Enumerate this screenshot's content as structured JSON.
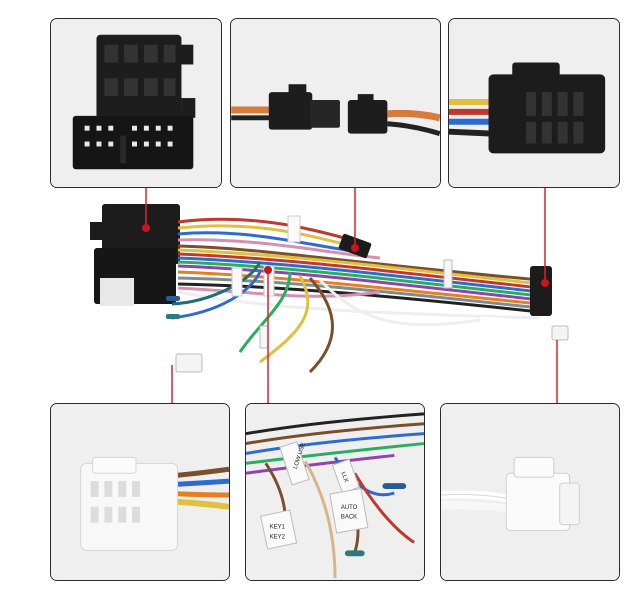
{
  "image": {
    "subject": "car stereo wiring harness with six connector close-up panels",
    "panels": [
      {
        "id": "panel-iso-connector",
        "label": "black ISO connector block"
      },
      {
        "id": "panel-small-2pin",
        "label": "black 2-pin connector pair"
      },
      {
        "id": "panel-large-black-plug",
        "label": "black multi-pin plug"
      },
      {
        "id": "panel-white-plug-left",
        "label": "white multi-pin plug"
      },
      {
        "id": "panel-labelled-wires",
        "label": "labelled wire ends"
      },
      {
        "id": "panel-white-plug-small",
        "label": "small white plug"
      }
    ],
    "wire_tags": [
      {
        "text": "LOW USE"
      },
      {
        "text": "LLX"
      },
      {
        "text": "BACK"
      },
      {
        "text": "AUTO"
      },
      {
        "text": "KEY2"
      },
      {
        "text": "KEY1"
      }
    ],
    "colors": {
      "leader": "#d6252a",
      "dot": "#c8151c",
      "connector": "#1c1c1c",
      "panel_bg": "#f1f1f1",
      "panel_border": "#2b2b2b"
    }
  }
}
